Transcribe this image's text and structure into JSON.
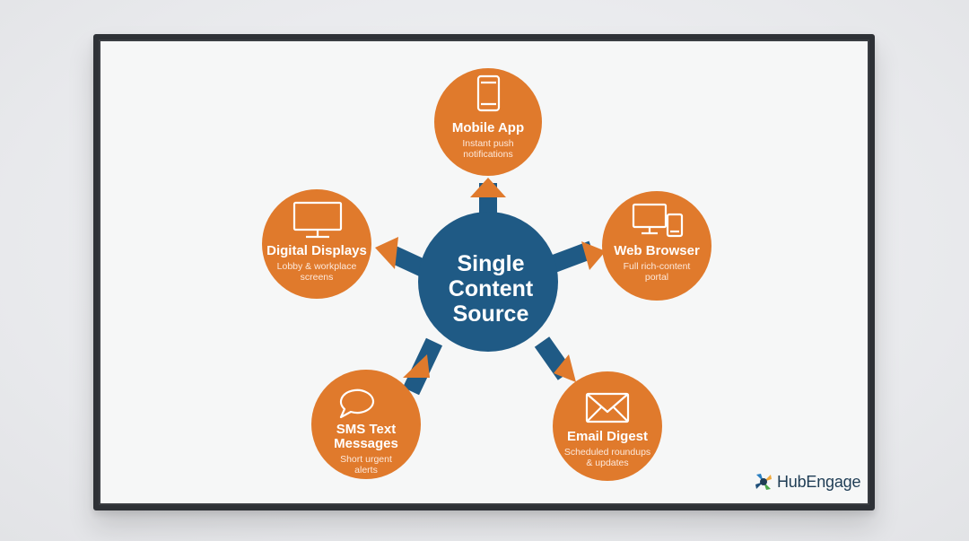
{
  "hub": {
    "line1": "Single",
    "line2": "Content",
    "line3": "Source"
  },
  "nodes": [
    {
      "id": "mobile",
      "title": "Mobile App",
      "title2": "",
      "sub1": "Instant push",
      "sub2": "notifications",
      "icon": "smartphone-icon"
    },
    {
      "id": "web",
      "title": "Web Browser",
      "title2": "",
      "sub1": "Full rich-content",
      "sub2": "portal",
      "icon": "desktop-tablet-icon"
    },
    {
      "id": "email",
      "title": "Email Digest",
      "title2": "",
      "sub1": "Scheduled roundups",
      "sub2": "& updates",
      "icon": "envelope-icon"
    },
    {
      "id": "sms",
      "title": "SMS Text",
      "title2": "Messages",
      "sub1": "Short urgent",
      "sub2": "alerts",
      "icon": "speech-bubble-icon"
    },
    {
      "id": "displays",
      "title": "Digital Displays",
      "title2": "",
      "sub1": "Lobby & workplace",
      "sub2": "screens",
      "icon": "monitor-icon"
    }
  ],
  "logo": {
    "text": "HubEngage"
  },
  "colors": {
    "orange": "#e07a2c",
    "navy": "#1f5a85",
    "screen": "#f6f7f7",
    "bezel": "#2e3136"
  }
}
